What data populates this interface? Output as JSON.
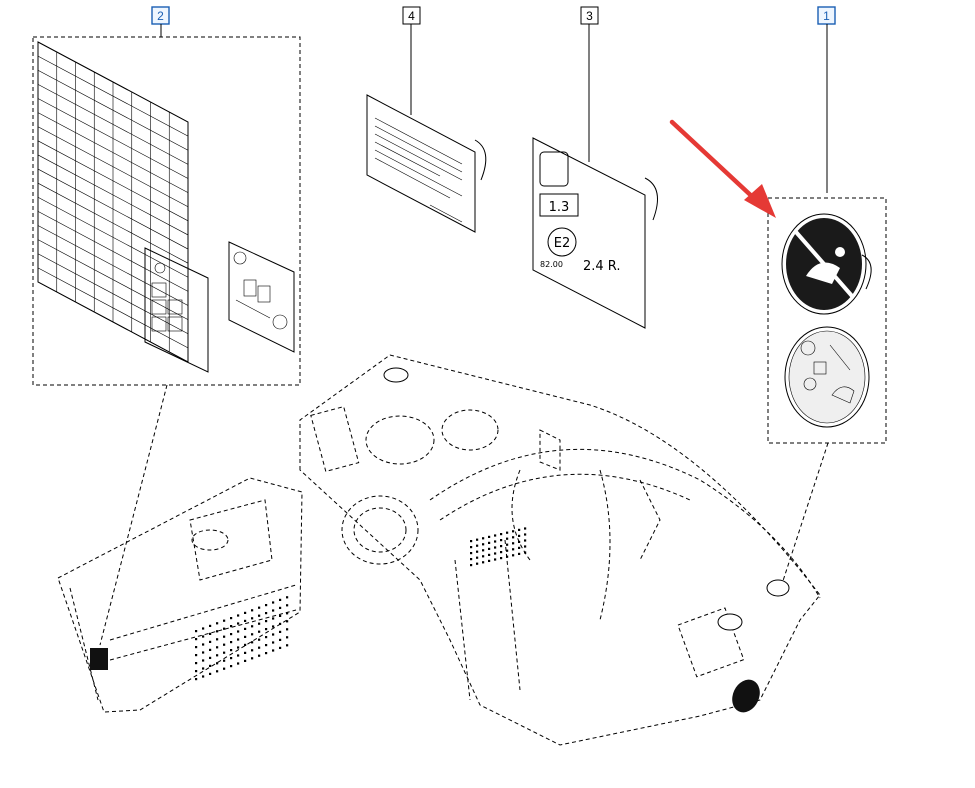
{
  "callouts": [
    {
      "id": "1",
      "label": "1",
      "link": true
    },
    {
      "id": "2",
      "label": "2",
      "link": true
    },
    {
      "id": "3",
      "label": "3",
      "link": false
    },
    {
      "id": "4",
      "label": "4",
      "link": false
    }
  ],
  "label3": {
    "size_code": "1.3",
    "fuel_code": "E2",
    "pressure_text": "2.4 R.",
    "ref_text": "82.00"
  },
  "colors": {
    "arrow": "#e53935",
    "link": "#1a5fb4",
    "line": "#000000"
  }
}
